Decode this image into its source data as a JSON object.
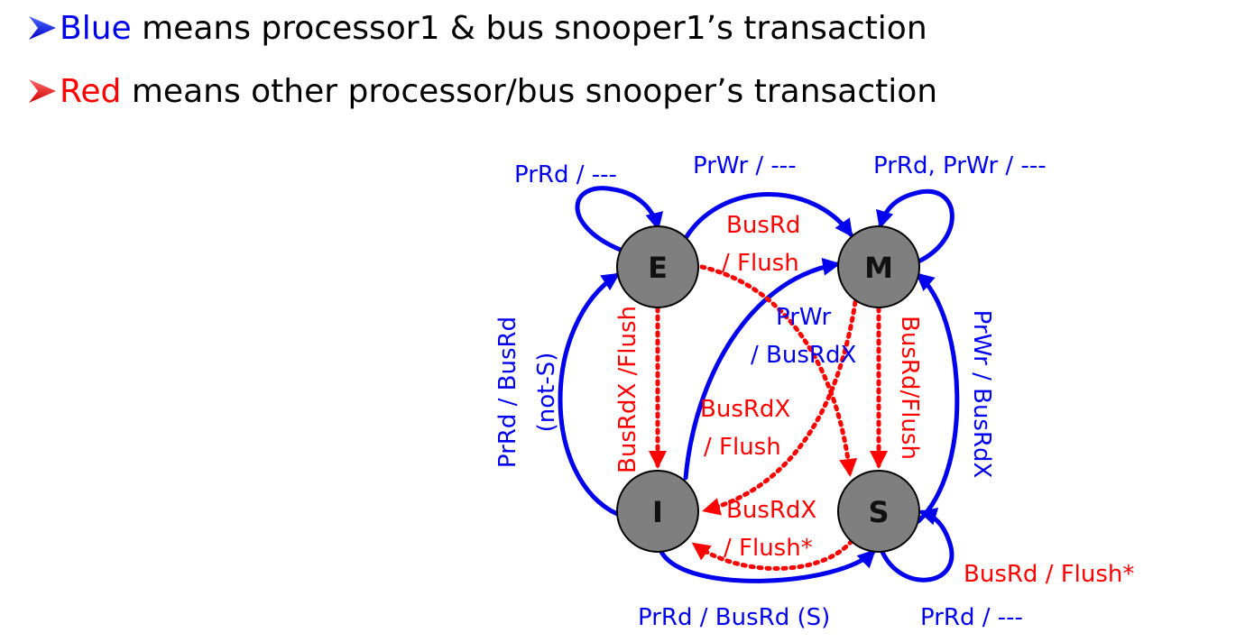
{
  "colors": {
    "blue": "#0000ee",
    "red": "#ff0000",
    "state_fill": "#7f7f7f",
    "state_stroke": "#000000"
  },
  "legend": [
    {
      "keyword": "Blue",
      "rest": " means processor1 & bus snooper1’s transaction",
      "color": "#0000ee"
    },
    {
      "keyword": "Red",
      "rest": " means other processor/bus snooper’s transaction",
      "color": "#ff0000"
    }
  ],
  "states": {
    "E": "E",
    "M": "M",
    "I": "I",
    "S": "S"
  },
  "transitions": {
    "e_self": "PrRd / ---",
    "e_to_m": "PrWr / ---",
    "m_self": "PrRd, PrWr / ---",
    "e_to_s_line1": "BusRd",
    "e_to_s_line2": "/ Flush",
    "i_to_m_line1": "PrWr",
    "i_to_m_line2": "/ BusRdX",
    "i_to_e_line1": "PrRd / BusRd",
    "i_to_e_line2": "(not-S)",
    "e_to_i": "BusRdX /Flush",
    "m_to_s": "BusRd/Flush",
    "s_to_m": "PrWr / BusRdX",
    "m_to_i_line1": "BusRdX",
    "m_to_i_line2": "/ Flush",
    "s_to_i_line1": "BusRdX",
    "s_to_i_line2": "/ Flush*",
    "s_self_red": "BusRd / Flush*",
    "i_to_s": "PrRd / BusRd (S)",
    "s_self_blue": "PrRd / ---"
  }
}
